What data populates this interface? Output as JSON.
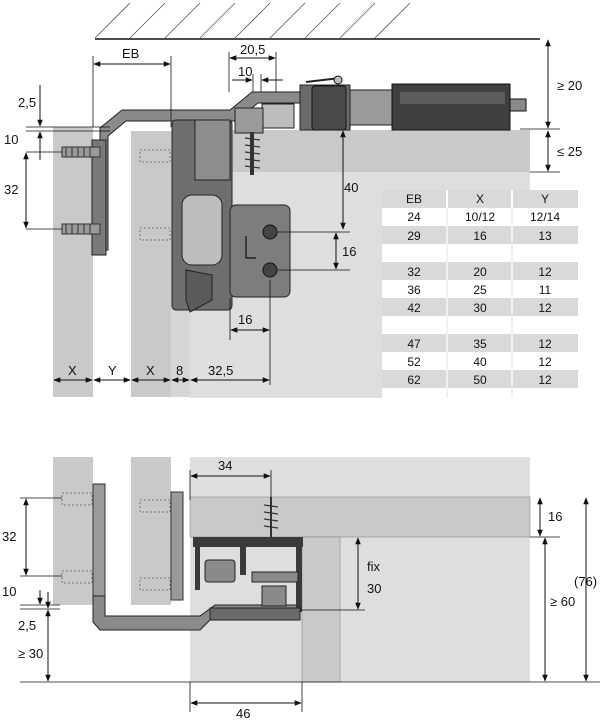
{
  "top": {
    "dims": {
      "eb": "EB",
      "d20_5": "20,5",
      "d10_top": "10",
      "ge20": "≥ 20",
      "d2_5": "2,5",
      "d10_left": "10",
      "d32": "32",
      "le25": "≤ 25",
      "d40": "40",
      "d16_right": "16",
      "d16_bottom": "16",
      "x1": "X",
      "y1": "Y",
      "x2": "X",
      "d8": "8",
      "d32_5": "32,5"
    },
    "table": {
      "headers": [
        "EB",
        "X",
        "Y"
      ],
      "rows": [
        [
          "24",
          "10/12",
          "12/14"
        ],
        [
          "29",
          "16",
          "13"
        ],
        [
          "",
          "",
          ""
        ],
        [
          "32",
          "20",
          "12"
        ],
        [
          "36",
          "25",
          "11"
        ],
        [
          "42",
          "30",
          "12"
        ],
        [
          "",
          "",
          ""
        ],
        [
          "47",
          "35",
          "12"
        ],
        [
          "52",
          "40",
          "12"
        ],
        [
          "62",
          "50",
          "12"
        ]
      ]
    }
  },
  "bottom": {
    "dims": {
      "d34": "34",
      "d16": "16",
      "fix": "fix",
      "d30_fix": "30",
      "d32": "32",
      "d10": "10",
      "d2_5": "2,5",
      "ge30": "≥ 30",
      "ge60": "≥ 60",
      "d76": "(76)",
      "d46": "46"
    }
  },
  "colors": {
    "panel": "#c9c9c9",
    "panel_light": "#dedede",
    "metal": "#8a8a8a",
    "dark": "#3a3a3a",
    "table_band": "#d9d9d9"
  }
}
